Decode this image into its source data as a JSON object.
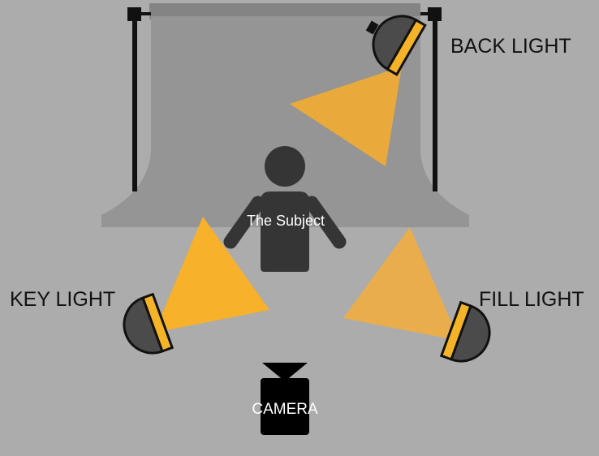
{
  "labels": {
    "back_light": "BACK LIGHT",
    "key_light": "KEY LIGHT",
    "fill_light": "FILL LIGHT",
    "subject": "The Subject",
    "camera": "CAMERA"
  },
  "colors": {
    "background": "#acacac",
    "backdrop": "#959595",
    "backdrop_bar": "#848484",
    "stand": "#111111",
    "figure": "#353535",
    "lamp_body": "#4b4b4b",
    "lamp_band": "#f5b427",
    "beam_key": "#f7b12b",
    "beam_back": "#eaa93b",
    "beam_fill": "#e9ae4b",
    "camera": "#000000",
    "subject_text": "#ffffff",
    "label_text": "#111111"
  }
}
